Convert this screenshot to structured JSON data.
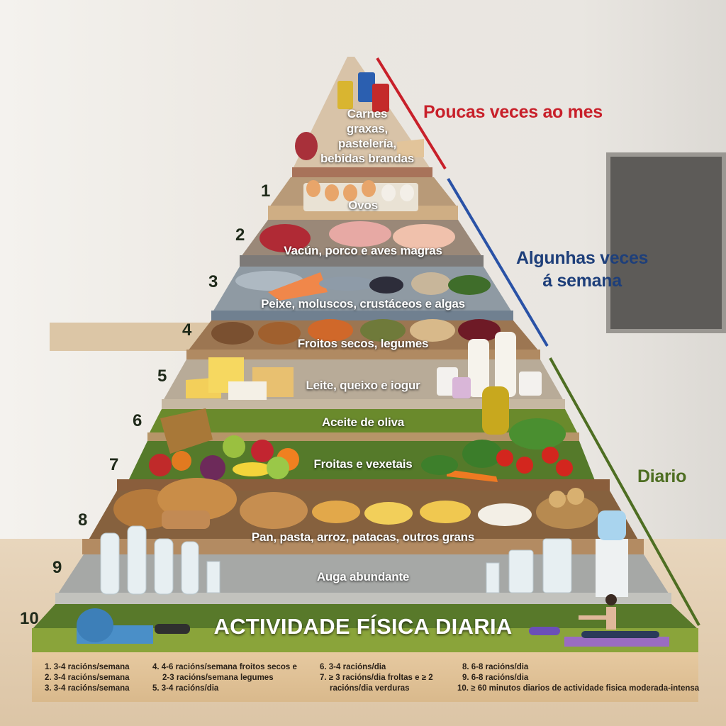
{
  "tiers": {
    "top": {
      "lines": [
        "Carnes",
        "graxas,",
        "pastelería,",
        "bebidas brandas"
      ]
    },
    "t1": {
      "number": "1",
      "label": "Ovos"
    },
    "t2": {
      "number": "2",
      "label": "Vacún, porco e aves magras"
    },
    "t3": {
      "number": "3",
      "label": "Peixe, moluscos, crustáceos e algas"
    },
    "t4": {
      "number": "4",
      "label": "Froitos secos, legumes"
    },
    "t5": {
      "number": "5",
      "label": "Leite, queixo e iogur"
    },
    "t6": {
      "number": "6",
      "label": "Aceite de oliva"
    },
    "t7": {
      "number": "7",
      "label": "Froitas e vexetais"
    },
    "t8": {
      "number": "8",
      "label": "Pan, pasta, arroz, patacas, outros grans"
    },
    "t9": {
      "number": "9",
      "label": "Auga abundante"
    },
    "t10": {
      "number": "10",
      "label": "ACTIVIDADE FÍSICA DIARIA"
    }
  },
  "frequency": {
    "rare": {
      "label": "Poucas veces ao mes",
      "color": "#c8202a"
    },
    "weekly": {
      "lines": [
        "Algunhas veces",
        "á semana"
      ],
      "color": "#1e3f7a"
    },
    "daily": {
      "label": "Diario",
      "color": "#4e6e22"
    }
  },
  "legend": {
    "col1": [
      "1. 3-4 racións/semana",
      "2. 3-4 racións/semana",
      "3. 3-4 racións/semana"
    ],
    "col2": [
      "4. 4-6 racións/semana froitos secos e",
      "2-3 racións/semana legumes",
      "5. 3-4 racións/dia"
    ],
    "col3": [
      "6. 3-4 racións/dia",
      "7. ≥ 3 racións/dia froltas e ≥ 2",
      "racións/dia verduras"
    ],
    "col4": [
      "8. 6-8 racións/dia",
      "9. 6-8 racións/dia",
      "10. ≥ 60 minutos diarios de actividade fisica moderada-intensa"
    ]
  }
}
